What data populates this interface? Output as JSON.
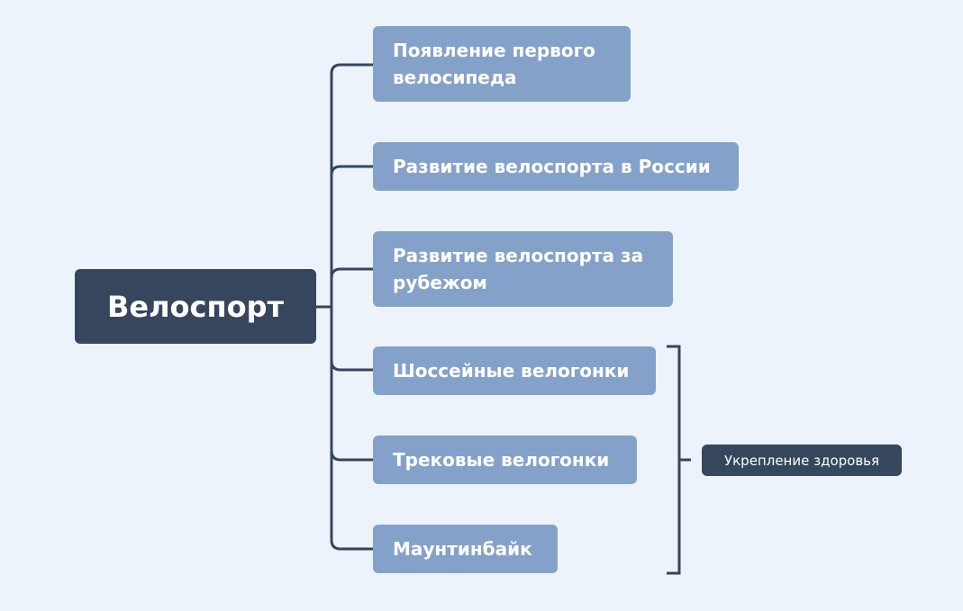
{
  "root": {
    "label": "Велоспорт"
  },
  "branches": [
    {
      "label": "Появление первого велосипеда"
    },
    {
      "label": "Развитие велоспорта в России"
    },
    {
      "label": "Развитие велоспорта за рубежом"
    },
    {
      "label": "Шоссейные велогонки"
    },
    {
      "label": "Трековые велогонки"
    },
    {
      "label": "Маунтинбайк"
    }
  ],
  "summary": {
    "label": "Укрепление здоровья"
  },
  "colors": {
    "background": "#edf3fa",
    "root": "#35465d",
    "branch": "#84a2c9",
    "line": "#35465d"
  }
}
